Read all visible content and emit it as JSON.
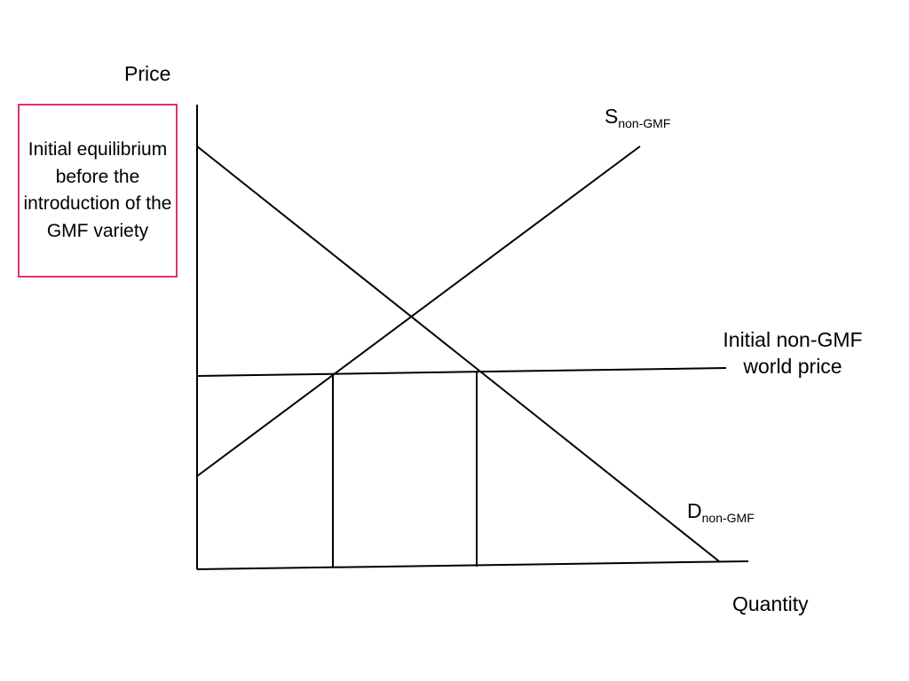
{
  "axes": {
    "y_label": "Price",
    "x_label": "Quantity"
  },
  "note": {
    "text": "Initial equilibrium before the introduction of the GMF variety",
    "border_color": "#e0307a"
  },
  "supply": {
    "main": "S",
    "subscript": "non-GMF"
  },
  "demand": {
    "main": "D",
    "subscript": "non-GMF"
  },
  "world_price": {
    "label": "Initial non-GMF world price"
  },
  "line_color": "#000000"
}
